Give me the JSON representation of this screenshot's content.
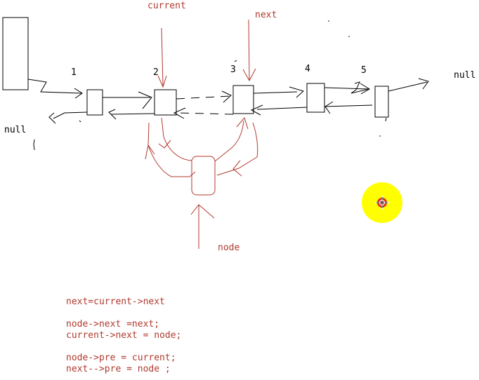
{
  "labels": {
    "current": "current",
    "next": "next",
    "node": "node",
    "null_left": "null",
    "null_right": "null"
  },
  "node_numbers": [
    "1",
    "2",
    "3",
    "4",
    "5"
  ],
  "code_lines": [
    "next=current->next",
    "",
    "node->next =next;",
    "current->next = node;",
    "",
    "node->pre = current;",
    "next-->pre = node ;"
  ],
  "colors": {
    "ink": "#000000",
    "annotation": "#b03a2e",
    "cursor_highlight": "#ffff00",
    "cursor_center": "#e03020"
  }
}
